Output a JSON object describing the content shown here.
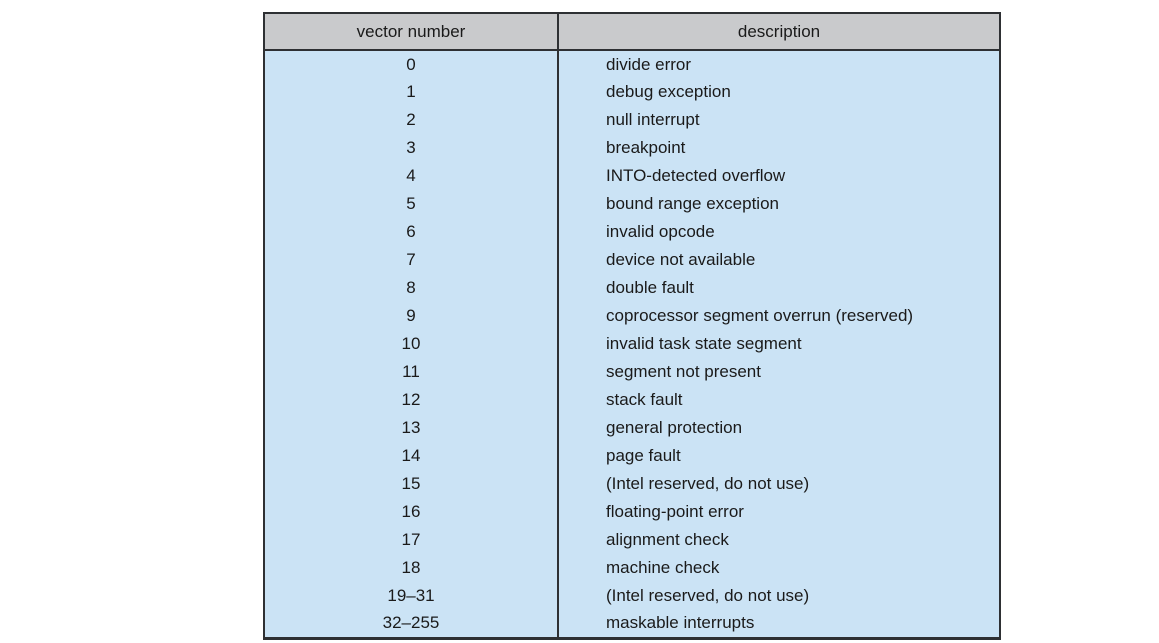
{
  "figure": {
    "background_color": "#ffffff",
    "header_bg_color": "#c9cacc",
    "body_bg_color": "#cbe3f5",
    "border_color": "#2e3033",
    "text_color": "#1a1a1a"
  },
  "table": {
    "columns": [
      "vector number",
      "description"
    ],
    "rows": [
      {
        "vector": "0",
        "description": "divide error"
      },
      {
        "vector": "1",
        "description": "debug exception"
      },
      {
        "vector": "2",
        "description": "null interrupt"
      },
      {
        "vector": "3",
        "description": "breakpoint"
      },
      {
        "vector": "4",
        "description": "INTO-detected overflow"
      },
      {
        "vector": "5",
        "description": "bound range exception"
      },
      {
        "vector": "6",
        "description": "invalid opcode"
      },
      {
        "vector": "7",
        "description": "device not available"
      },
      {
        "vector": "8",
        "description": "double fault"
      },
      {
        "vector": "9",
        "description": "coprocessor segment overrun (reserved)"
      },
      {
        "vector": "10",
        "description": "invalid task state segment"
      },
      {
        "vector": "11",
        "description": "segment not present"
      },
      {
        "vector": "12",
        "description": "stack fault"
      },
      {
        "vector": "13",
        "description": "general protection"
      },
      {
        "vector": "14",
        "description": "page fault"
      },
      {
        "vector": "15",
        "description": "(Intel reserved, do not use)"
      },
      {
        "vector": "16",
        "description": "floating-point error"
      },
      {
        "vector": "17",
        "description": "alignment check"
      },
      {
        "vector": "18",
        "description": "machine check"
      },
      {
        "vector": "19–31",
        "description": "(Intel reserved, do not use)"
      },
      {
        "vector": "32–255",
        "description": "maskable interrupts"
      }
    ]
  },
  "chart_data": {
    "type": "table",
    "title": "",
    "columns": [
      "vector number",
      "description"
    ],
    "rows": [
      [
        "0",
        "divide error"
      ],
      [
        "1",
        "debug exception"
      ],
      [
        "2",
        "null interrupt"
      ],
      [
        "3",
        "breakpoint"
      ],
      [
        "4",
        "INTO-detected overflow"
      ],
      [
        "5",
        "bound range exception"
      ],
      [
        "6",
        "invalid opcode"
      ],
      [
        "7",
        "device not available"
      ],
      [
        "8",
        "double fault"
      ],
      [
        "9",
        "coprocessor segment overrun (reserved)"
      ],
      [
        "10",
        "invalid task state segment"
      ],
      [
        "11",
        "segment not present"
      ],
      [
        "12",
        "stack fault"
      ],
      [
        "13",
        "general protection"
      ],
      [
        "14",
        "page fault"
      ],
      [
        "15",
        "(Intel reserved, do not use)"
      ],
      [
        "16",
        "floating-point error"
      ],
      [
        "17",
        "alignment check"
      ],
      [
        "18",
        "machine check"
      ],
      [
        "19–31",
        "(Intel reserved, do not use)"
      ],
      [
        "32–255",
        "maskable interrupts"
      ]
    ],
    "layout": {
      "header_align": "center",
      "vector_align": "center",
      "description_align": "left",
      "grid": "outer-border-and-column-divider-only"
    }
  }
}
